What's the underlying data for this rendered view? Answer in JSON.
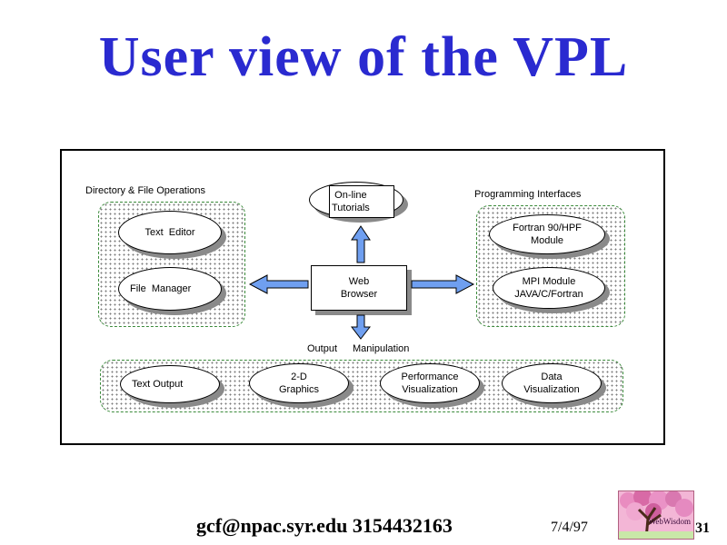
{
  "slide": {
    "title": "User view of the VPL"
  },
  "diagram": {
    "groups": {
      "directory": "Directory & File Operations",
      "programming": "Programming Interfaces"
    },
    "nodes": {
      "tutorials": "On-line\nTutorials",
      "text_editor": "Text  Editor",
      "file_manager": "File  Manager",
      "web_browser": "Web\nBrowser",
      "fortran": "Fortran 90/HPF\nModule",
      "mpi": "MPI Module\nJAVA/C/Fortran",
      "text_output": "Text Output",
      "graphics_2d": "2-D\nGraphics",
      "perf_vis": "Performance\nVisualization",
      "data_vis": "Data\nVisualization"
    },
    "captions": {
      "output": "Output",
      "manipulation": "Manipulation"
    },
    "colors": {
      "arrow_fill": "#6f9ff0",
      "dots": "#7a7a7a",
      "group_border": "#3a8a3a"
    }
  },
  "footer": {
    "email": "gcf@npac.syr.edu 3154432163",
    "date": "7/4/97",
    "page": "31",
    "logo_text": "WebWisdom"
  }
}
